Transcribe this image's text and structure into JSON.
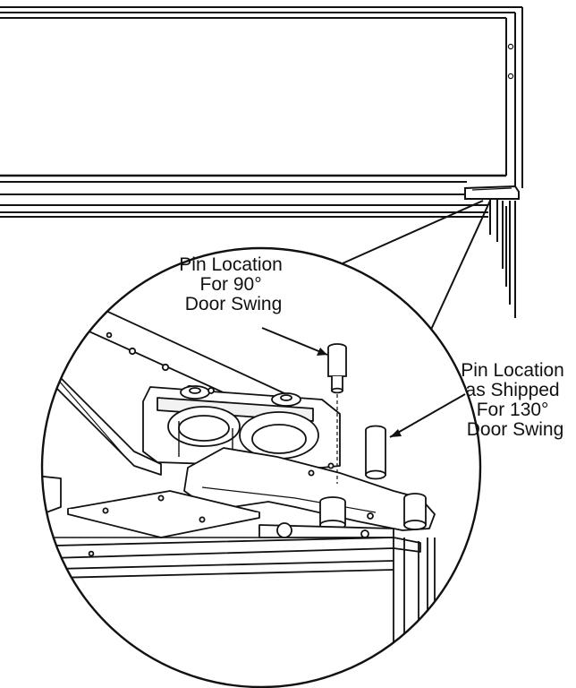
{
  "labels": {
    "pin_90": [
      "Pin Location",
      "For 90°",
      "Door Swing"
    ],
    "pin_130": [
      "Pin Location",
      "as Shipped",
      "For 130°",
      "Door Swing"
    ]
  },
  "colors": {
    "line": "#111111",
    "background": "#ffffff",
    "accent_fill": "#f2f2f2"
  }
}
